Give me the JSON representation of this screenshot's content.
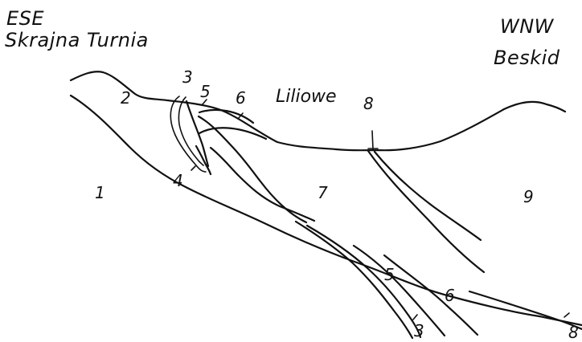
{
  "labels": {
    "ese": "ESE",
    "skrajna_turnia": "Skrajna Turnia",
    "wnw": "WNW",
    "beskid": "Beskid",
    "liliowe": "Liliowe",
    "n1": "1",
    "n2": "2",
    "n3_top": "3",
    "n4": "4",
    "n5_top": "5",
    "n6_top": "6",
    "n7": "7",
    "n8_top": "8",
    "n9": "9",
    "n5_bottom": "5",
    "n6_bottom": "6",
    "n3_bottom": "3",
    "n8_bottom": "8"
  },
  "colors": {
    "ink": "#111111",
    "paper": "#ffffff"
  }
}
